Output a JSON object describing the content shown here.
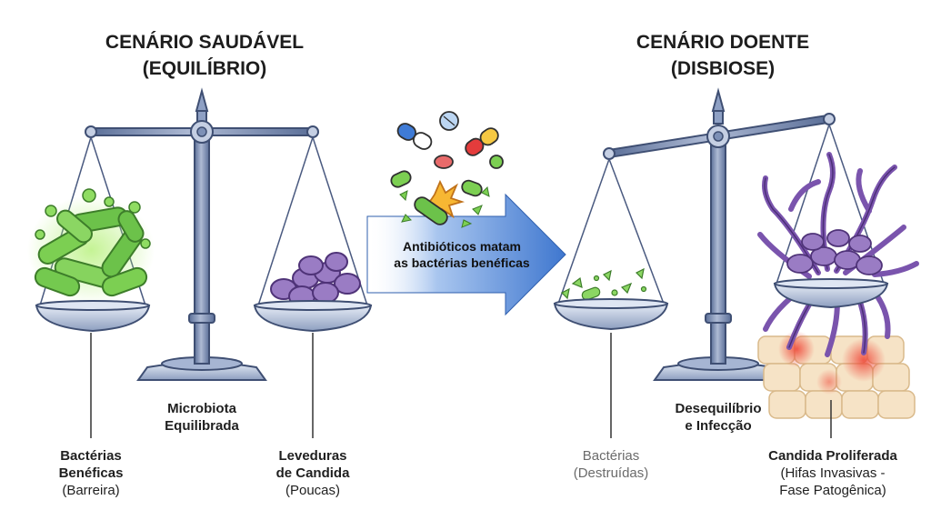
{
  "left": {
    "title_line1": "CENÁRIO SAUDÁVEL",
    "title_line2": "(EQUILÍBRIO)",
    "center_label_line1": "Microbiota",
    "center_label_line2": "Equilibrada",
    "left_pan_label_line1": "Bactérias",
    "left_pan_label_line2": "Benéficas",
    "left_pan_label_line3": "(Barreira)",
    "right_pan_label_line1": "Leveduras",
    "right_pan_label_line2": "de Candida",
    "right_pan_label_line3": "(Poucas)"
  },
  "arrow": {
    "text_line1": "Antibióticos matam",
    "text_line2": "as bactérias benéficas"
  },
  "right": {
    "title_line1": "CENÁRIO DOENTE",
    "title_line2": "(DISBIOSE)",
    "center_label_line1": "Desequilíbrio",
    "center_label_line2": "e Infecção",
    "left_pan_label_line1": "Bactérias",
    "left_pan_label_line2": "(Destruídas)",
    "right_pan_label_line1": "Candida Proliferada",
    "right_pan_label_line2": "(Hifas Invasivas -",
    "right_pan_label_line3": "Fase Patogênica)"
  },
  "colors": {
    "scale_metal": "#7d90b6",
    "scale_dark": "#4f6390",
    "bacteria_green": "#6cc24a",
    "candida_purple": "#8c6ab8",
    "arrow_blue": "#4f86d6",
    "tissue_beige": "#f4dcb8",
    "inflammation_red": "#ee4d3c"
  }
}
